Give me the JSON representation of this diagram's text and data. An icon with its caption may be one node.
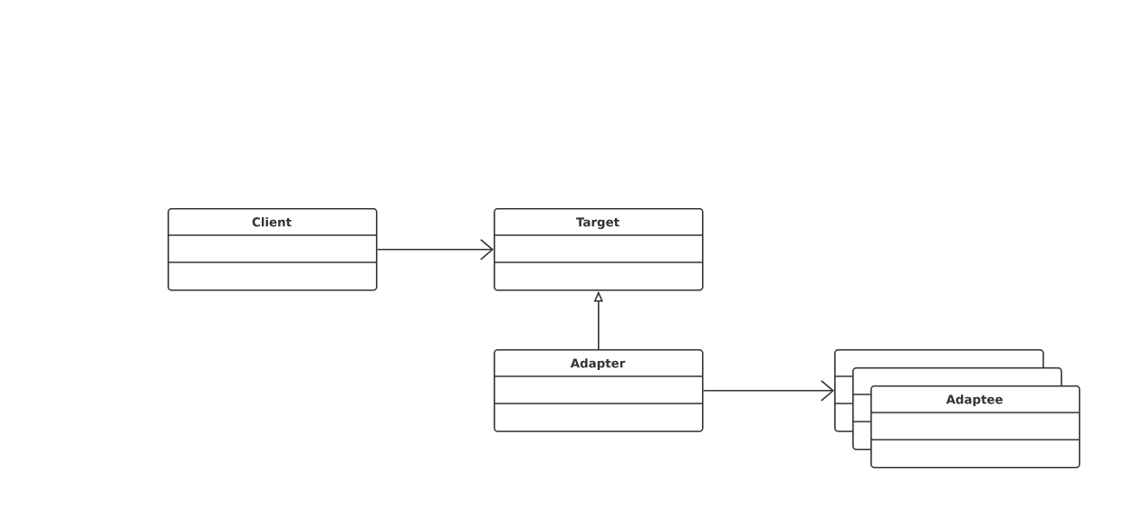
{
  "diagram": {
    "nodes": [
      {
        "text": [
          "Client"
        ]
      },
      {
        "text": [
          "Target"
        ]
      },
      {
        "text": [
          "Adapter"
        ]
      },
      {
        "text": [],
        "shape": "box"
      },
      {
        "text": [],
        "shape": "box"
      },
      {
        "text": [
          "Adaptee"
        ]
      }
    ],
    "edges": [
      {
        "from": 0,
        "to": 1,
        "arrow": "to"
      },
      {
        "from": 2,
        "to": 1,
        "arrow": "to"
      },
      {
        "from": 2,
        "to": 3,
        "arrow": "to"
      }
    ]
  }
}
